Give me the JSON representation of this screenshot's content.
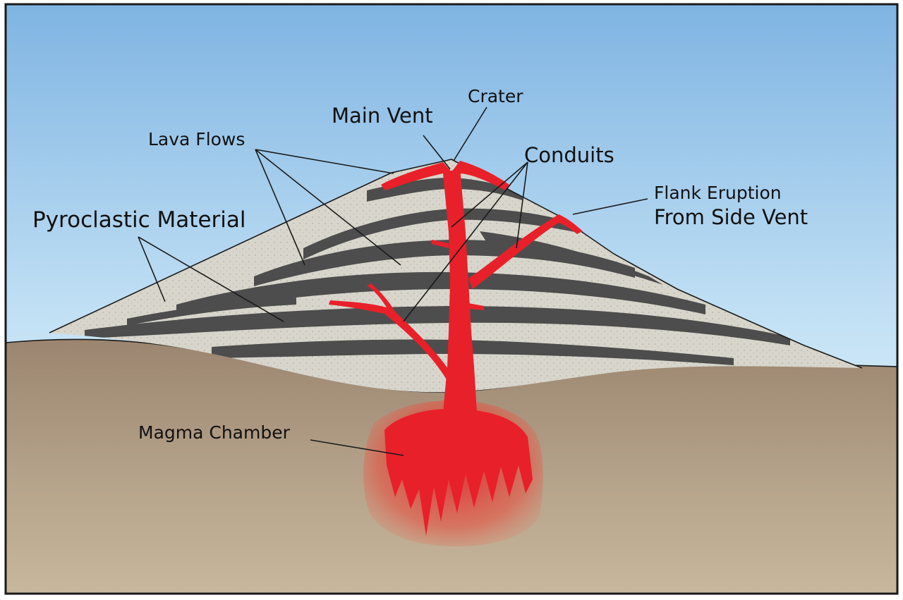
{
  "labels": {
    "crater": "Crater",
    "main_vent": "Main Vent",
    "lava_flows": "Lava Flows",
    "conduits": "Conduits",
    "flank_eruption_line1": "Flank Eruption",
    "flank_eruption_line2": "From Side Vent",
    "pyroclastic_material": "Pyroclastic Material",
    "magma_chamber": "Magma Chamber"
  },
  "colors": {
    "sky_top": "#7fb4e2",
    "sky_bottom": "#eef8fd",
    "ground_top": "#9b8570",
    "ground_bottom": "#c8b79c",
    "ash_layer": "#d8d6cc",
    "lava_layer": "#4d4d4d",
    "magma": "#e8202a",
    "outline": "#1a1a1a"
  }
}
